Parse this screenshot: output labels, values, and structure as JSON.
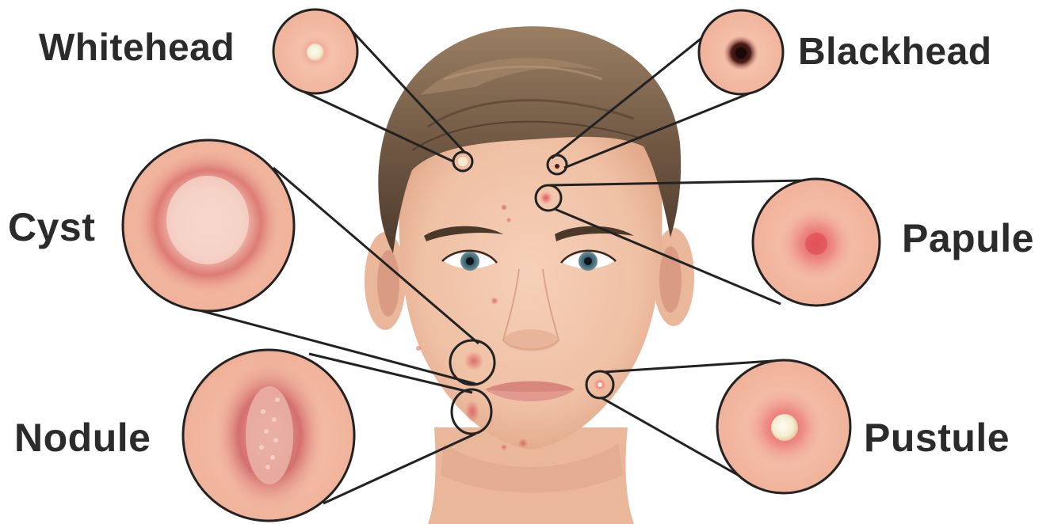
{
  "labels": {
    "whitehead": "Whitehead",
    "blackhead": "Blackhead",
    "cyst": "Cyst",
    "papule": "Papule",
    "nodule": "Nodule",
    "pustule": "Pustule"
  },
  "colors": {
    "label_text": "#2b2b2b",
    "skin": "#f1c3a8",
    "skin_shade": "#e3a98c",
    "hair": "#6b5440",
    "hair_light": "#8d7559",
    "callout_line": "#222222",
    "lesion_red": "#d9555a",
    "pus_white": "#f4f2e4",
    "blackhead_dark": "#2a1210"
  }
}
